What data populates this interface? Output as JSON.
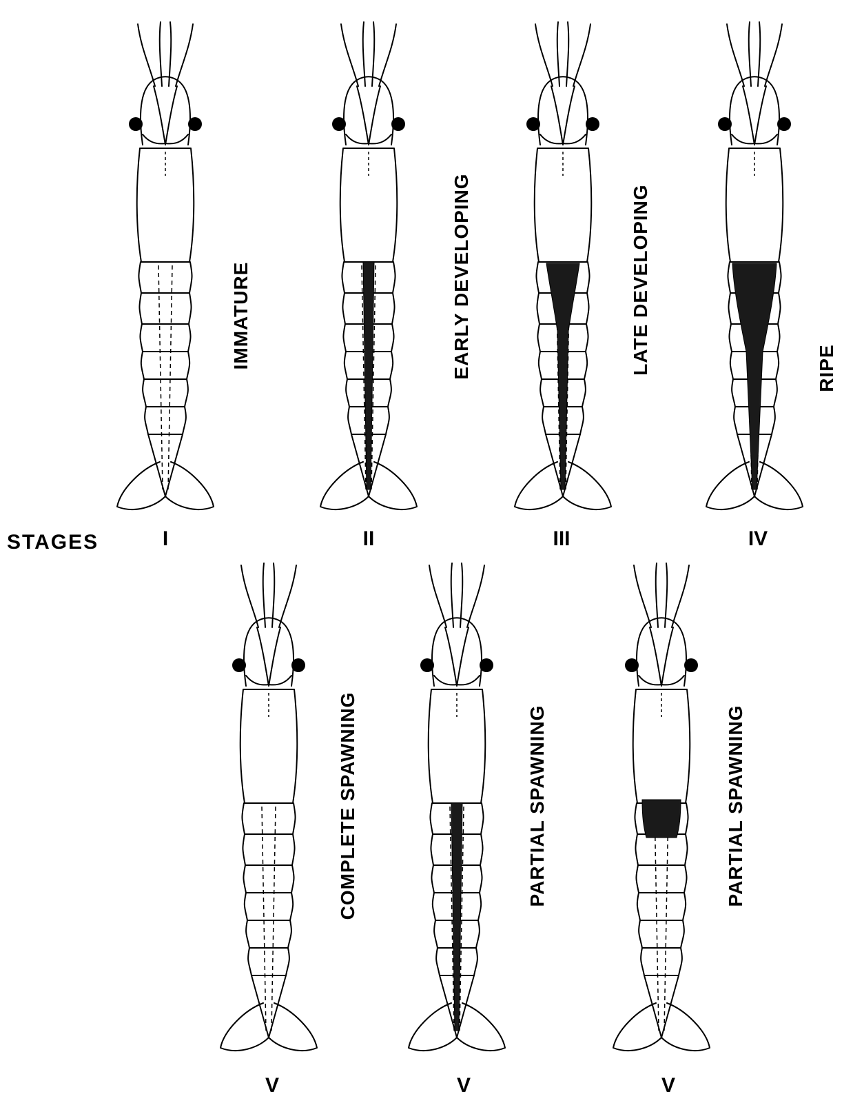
{
  "stages_label": "STAGES",
  "specimens": [
    {
      "label": "IMMATURE",
      "stage": "I",
      "gonad": "none"
    },
    {
      "label": "EARLY DEVELOPING",
      "stage": "II",
      "gonad": "thin"
    },
    {
      "label": "LATE DEVELOPING",
      "stage": "III",
      "gonad": "medium"
    },
    {
      "label": "RIPE",
      "stage": "IV",
      "gonad": "thick"
    },
    {
      "label": "COMPLETE SPAWNING",
      "stage": "V",
      "gonad": "none"
    },
    {
      "label": "PARTIAL SPAWNING",
      "stage": "V",
      "gonad": "thin"
    },
    {
      "label": "PARTIAL SPAWNING",
      "stage": "V",
      "gonad": "anterior"
    }
  ]
}
